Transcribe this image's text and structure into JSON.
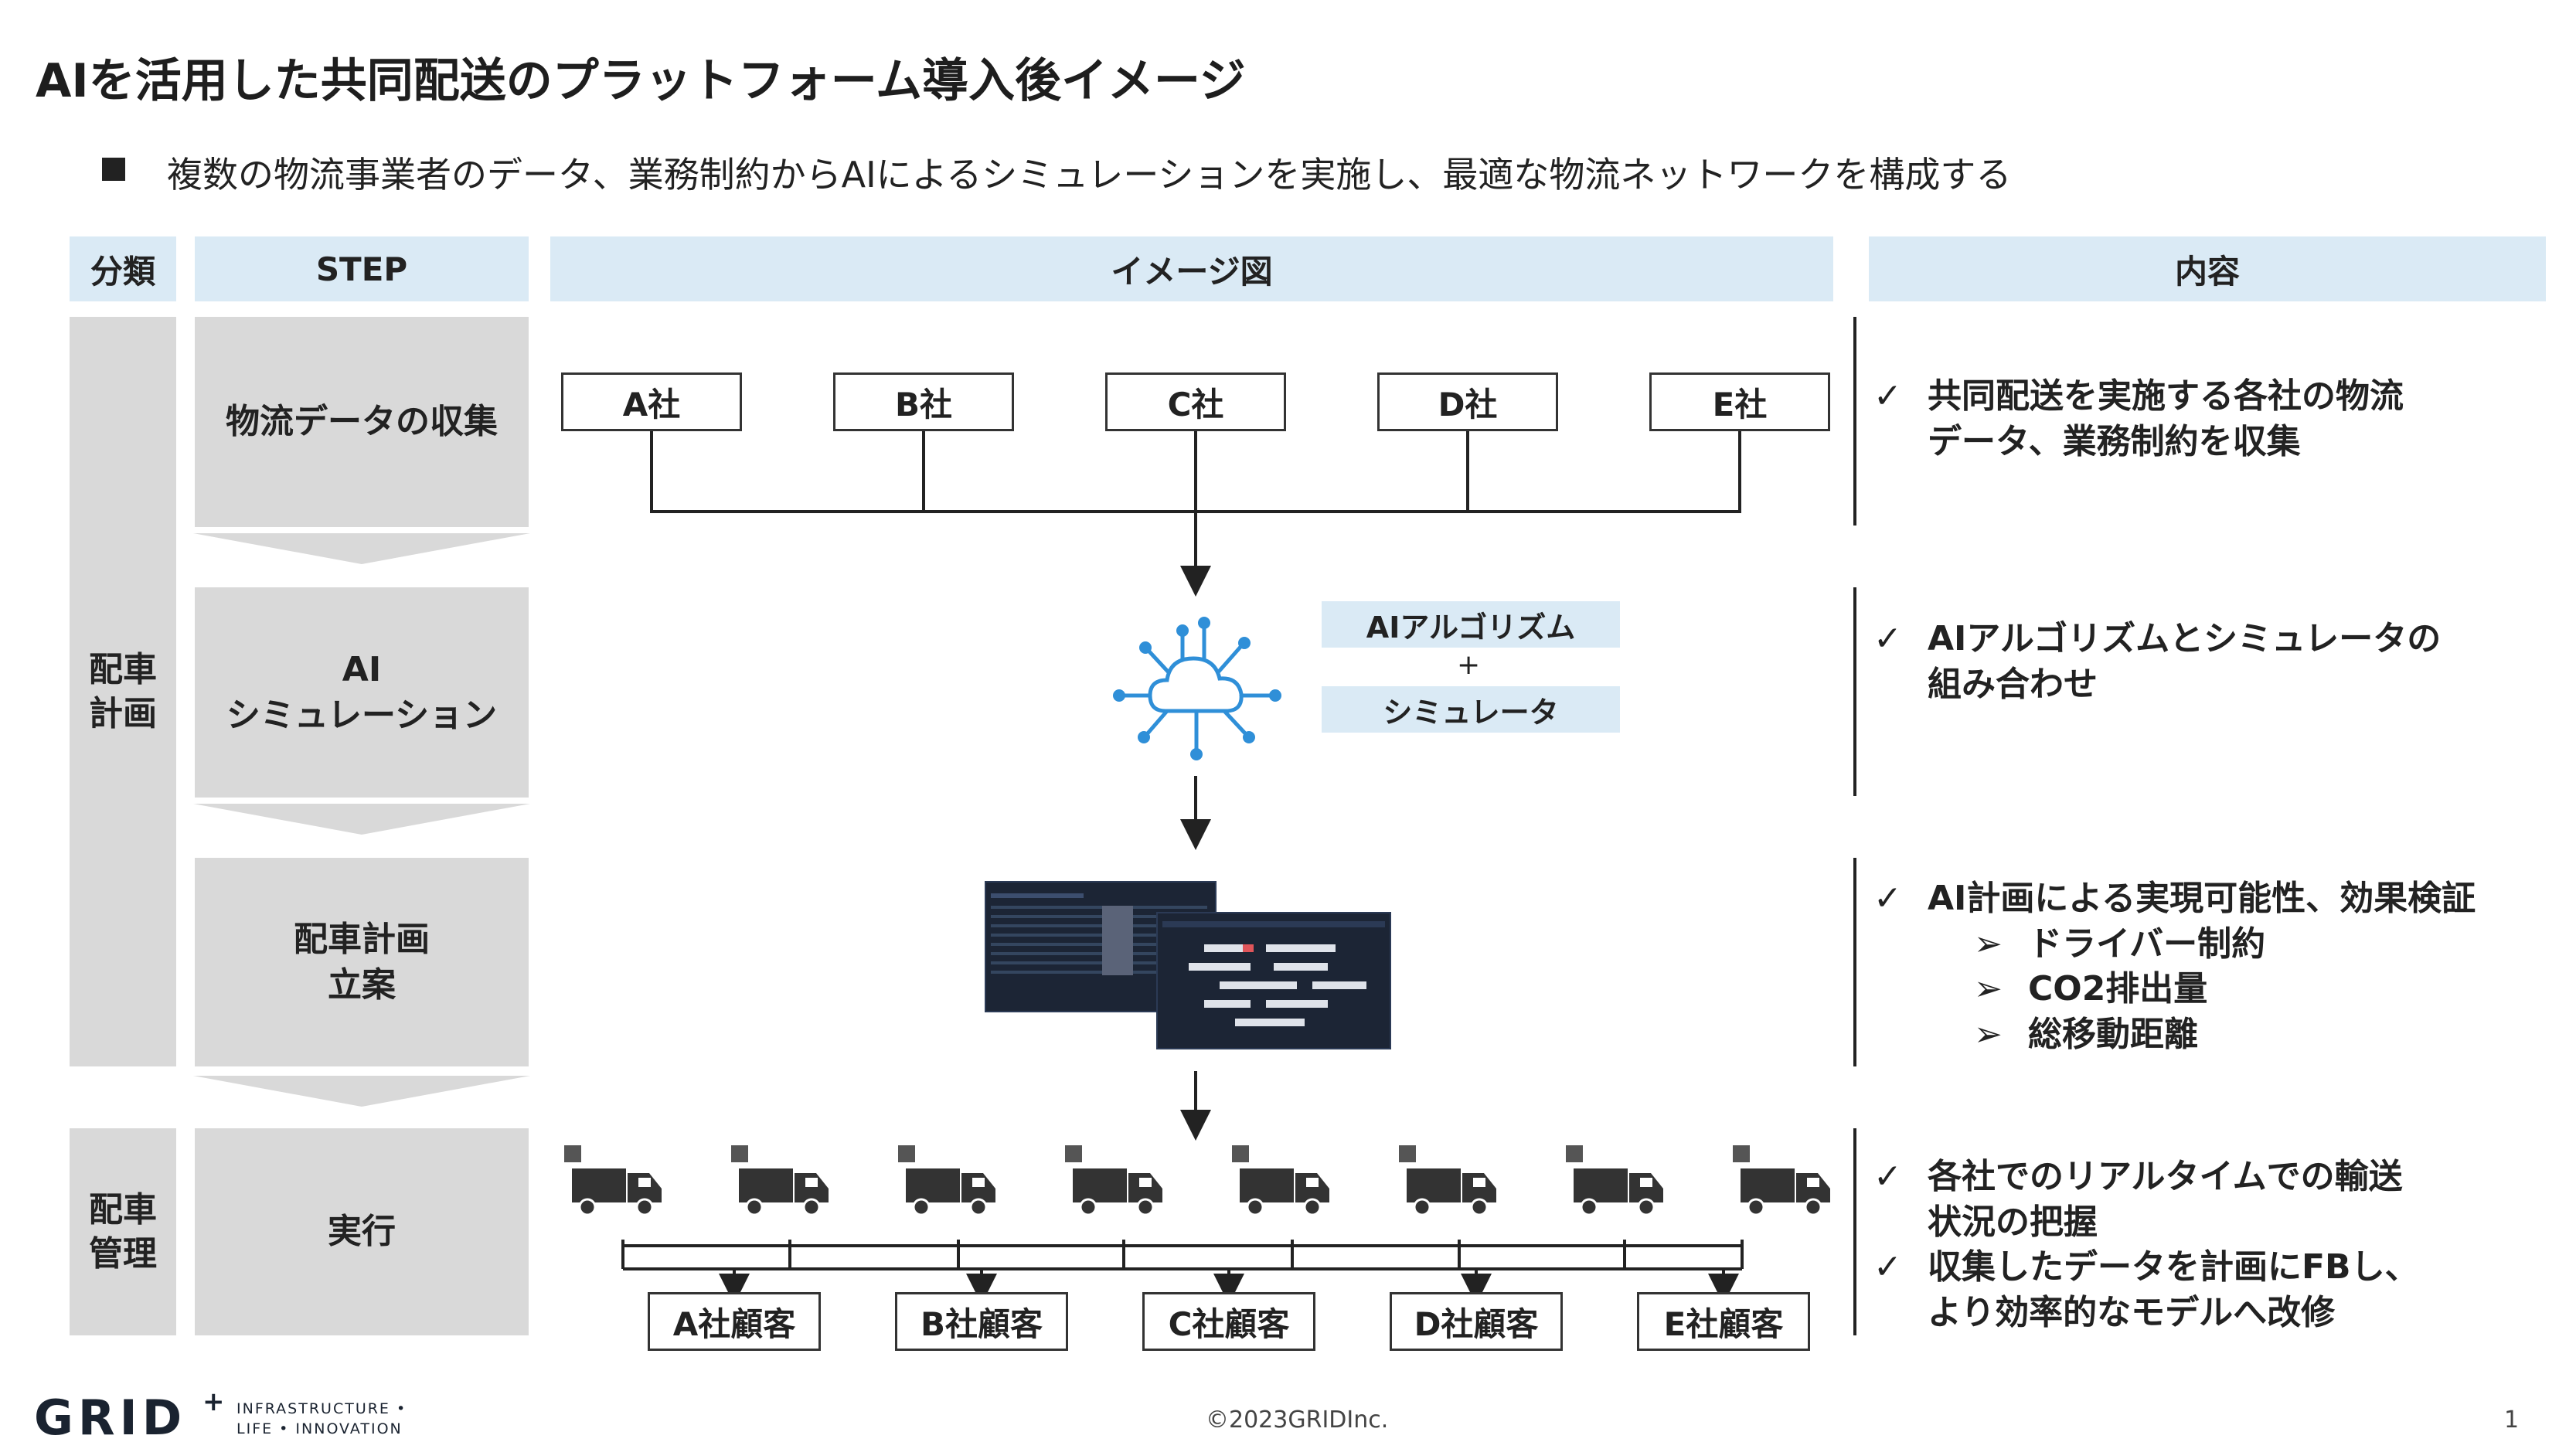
{
  "title": "AIを活用した共同配送のプラットフォーム導入後イメージ",
  "subtitle": "複数の物流事業者のデータ、業務制約からAIによるシミュレーションを実施し、最適な物流ネットワークを構成する",
  "headers": {
    "category": "分類",
    "step": "STEP",
    "image": "イメージ図",
    "content": "内容"
  },
  "categories": {
    "plan": "配車\n計画",
    "manage": "配車\n管理"
  },
  "steps": {
    "collect": "物流データの収集",
    "simulation": "AI\nシミュレーション",
    "planning": "配車計画\n立案",
    "execute": "実行"
  },
  "companies": [
    "A社",
    "B社",
    "C社",
    "D社",
    "E社"
  ],
  "customers": [
    "A社顧客",
    "B社顧客",
    "C社顧客",
    "D社顧客",
    "E社顧客"
  ],
  "algorithm": {
    "label1": "AIアルゴリズム",
    "plus": "+",
    "label2": "シミュレータ"
  },
  "contents": {
    "collect": {
      "check": "✓",
      "lines": [
        "共同配送を実施する各社の物流",
        "データ、業務制約を収集"
      ]
    },
    "simulation": {
      "check": "✓",
      "lines": [
        "AIアルゴリズムとシミュレータの",
        "組み合わせ"
      ]
    },
    "planning": {
      "check": "✓",
      "line": "AI計画による実現可能性、効果検証",
      "arrow": "➢",
      "subs": [
        "ドライバー制約",
        "CO2排出量",
        "総移動距離"
      ]
    },
    "execute": {
      "check": "✓",
      "lines1": [
        "各社でのリアルタイムでの輸送",
        "状況の把握"
      ],
      "lines2": [
        "収集したデータを計画にFBし、",
        "より効率的なモデルへ改修"
      ]
    }
  },
  "footer": {
    "logo": "GRID",
    "logo_plus": "+",
    "tagline1": "INFRASTRUCTURE •",
    "tagline2": "LIFE • INNOVATION",
    "copyright": "©2023GRIDInc.",
    "page": "1"
  },
  "colors": {
    "header_bg": "#daeaf5",
    "step_bg": "#d9d9d9",
    "cloud_blue": "#2f8fd8"
  }
}
